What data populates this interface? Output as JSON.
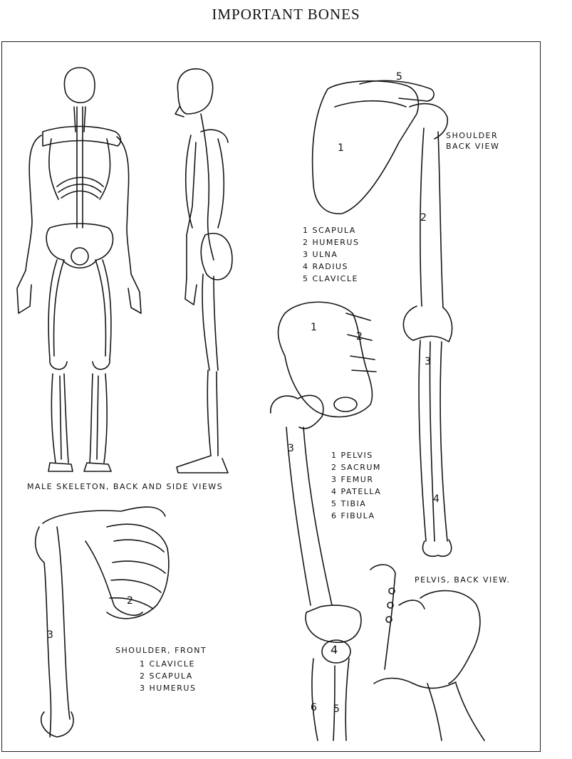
{
  "title": "IMPORTANT BONES",
  "skeleton": {
    "caption": "MALE SKELETON, BACK AND SIDE VIEWS"
  },
  "shoulder_back": {
    "caption_line1": "SHOULDER",
    "caption_line2": "BACK VIEW",
    "markers": [
      "1",
      "2",
      "5"
    ],
    "legend": [
      "1 SCAPULA",
      "2 HUMERUS",
      "3 ULNA",
      "4 RADIUS",
      "5 CLAVICLE"
    ],
    "forearm_markers": [
      "3",
      "4"
    ]
  },
  "pelvis_leg": {
    "markers": [
      "1",
      "2",
      "3",
      "4",
      "5",
      "6"
    ],
    "legend": [
      "1 PELVIS",
      "2 SACRUM",
      "3 FEMUR",
      "4 PATELLA",
      "5 TIBIA",
      "6 FIBULA"
    ]
  },
  "pelvis_back": {
    "caption": "PELVIS, BACK VIEW."
  },
  "shoulder_front": {
    "caption": "SHOULDER, FRONT",
    "markers": [
      "2",
      "3"
    ],
    "legend": [
      "1 CLAVICLE",
      "2 SCAPULA",
      "3 HUMERUS"
    ]
  }
}
